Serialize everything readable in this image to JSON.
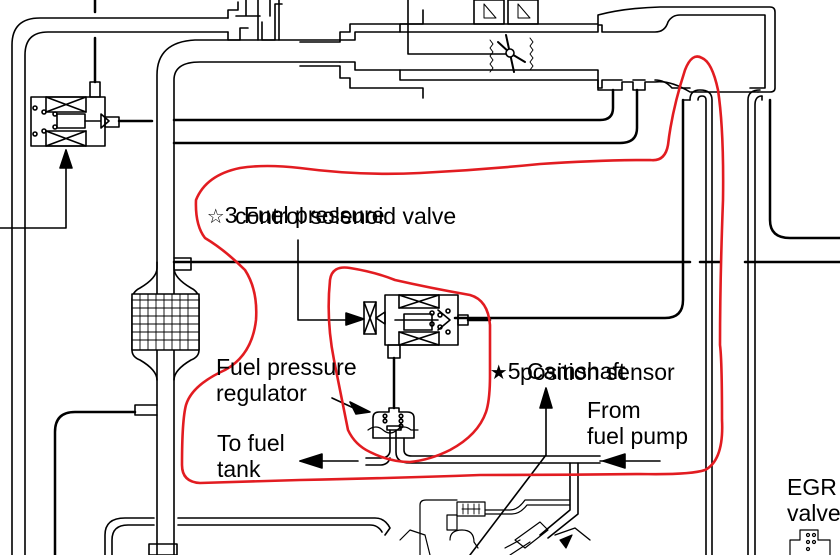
{
  "diagram": {
    "type": "engine fuel / vacuum system schematic",
    "annotation_color": "#e21c21",
    "line_color": "#000000",
    "background": "#ffffff"
  },
  "labels": {
    "fpcsv_marker": "☆",
    "fpcsv_line1": "3 Fuel pressure",
    "fpcsv_line2": "control solenoid valve",
    "cmp_marker": "★",
    "cmp_line1": "5 Camshaft",
    "cmp_line2": "position sensor",
    "fpr_line1": "Fuel pressure",
    "fpr_line2": "regulator",
    "to_tank_line1": "To fuel",
    "to_tank_line2": "tank",
    "from_pump_line1": "From",
    "from_pump_line2": "fuel pump",
    "egr_line1": "EGR",
    "egr_line2": "valve"
  }
}
